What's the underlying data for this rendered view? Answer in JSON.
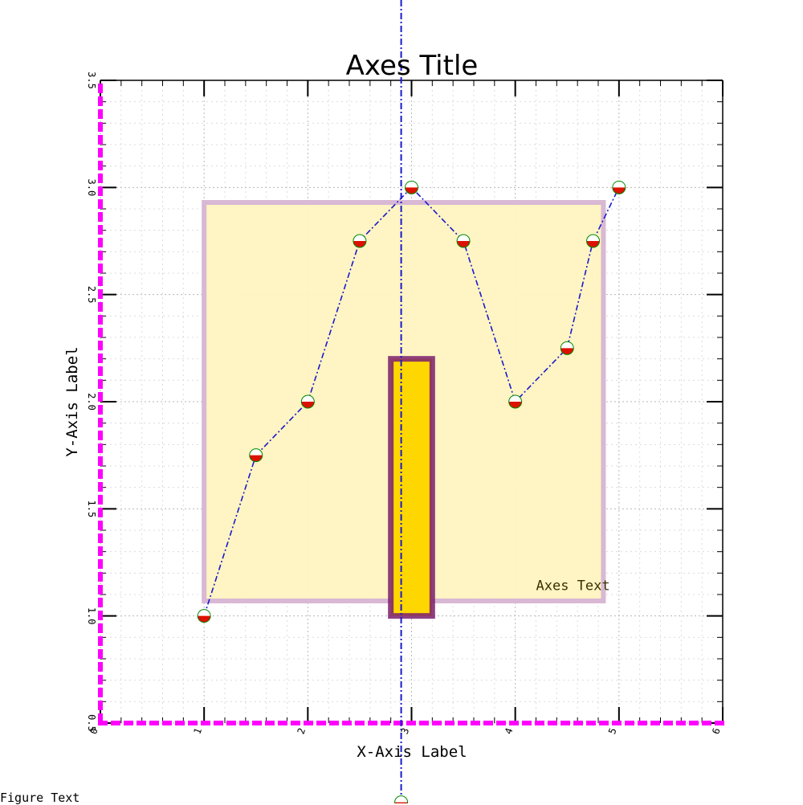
{
  "figure_text": "Figure Text",
  "chart_data": {
    "type": "line",
    "title": "Axes Title",
    "xlabel": "X-Axis Label",
    "ylabel": "Y-Axis Label",
    "xlim": [
      0,
      6
    ],
    "ylim": [
      0.5,
      3.5
    ],
    "grid": true,
    "x_ticks": [
      "0",
      "1",
      "2",
      "3",
      "4",
      "5",
      "6"
    ],
    "y_ticks": [
      "0.5",
      "1.0",
      "1.5",
      "2.0",
      "2.5",
      "3.0",
      "3.5"
    ],
    "series": [
      {
        "x": [
          1,
          1.5,
          2,
          2.5,
          3,
          3.5,
          4,
          4.5,
          4.75,
          5
        ],
        "y": [
          1.0,
          1.75,
          2.0,
          2.75,
          3.0,
          2.75,
          2.0,
          2.25,
          2.75,
          3.0
        ]
      }
    ],
    "vertical_line": {
      "x": 2.9
    },
    "extra_point": {
      "x": 2.9,
      "y": 0.13
    },
    "shaded_region": {
      "x": [
        1,
        4.85
      ],
      "y": [
        1.07,
        2.93
      ]
    },
    "bar": {
      "x": [
        2.8,
        3.2
      ],
      "y": [
        1.0,
        2.2
      ]
    },
    "annotation": {
      "text": "Axes Text",
      "x": 4.2,
      "y": 1.12
    },
    "colors": {
      "line": "#1a1acc",
      "marker_fill_top": "#ffffff",
      "marker_fill_bottom": "#dd1100",
      "marker_edge": "#008800",
      "spine": "#ff00ff",
      "region_fill": "#fff3c0",
      "region_edge": "#d8b8d4",
      "bar_fill": "#ffd700",
      "bar_edge": "#7a1f6e",
      "annotation": "#3a3000"
    }
  }
}
